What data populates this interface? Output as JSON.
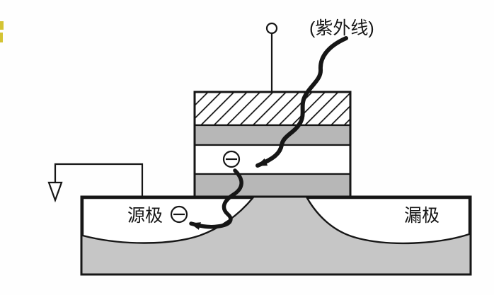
{
  "figure": {
    "uv_label": "(紫外线)",
    "source_label": "源极",
    "drain_label": "漏极"
  },
  "icons": {
    "electron": "circled-minus",
    "terminal": "open-circle",
    "ground": "open-triangle-down",
    "uv_ray": "thick-wavy-arrow",
    "electron_transfer": "thick-wavy-arrow"
  },
  "colors": {
    "ink": "#161616",
    "layer_gray": "#b7b7b7",
    "substrate_gray": "#c6c6c6",
    "paper": "#fefefe",
    "artifact_yellow": "#d4c433"
  }
}
